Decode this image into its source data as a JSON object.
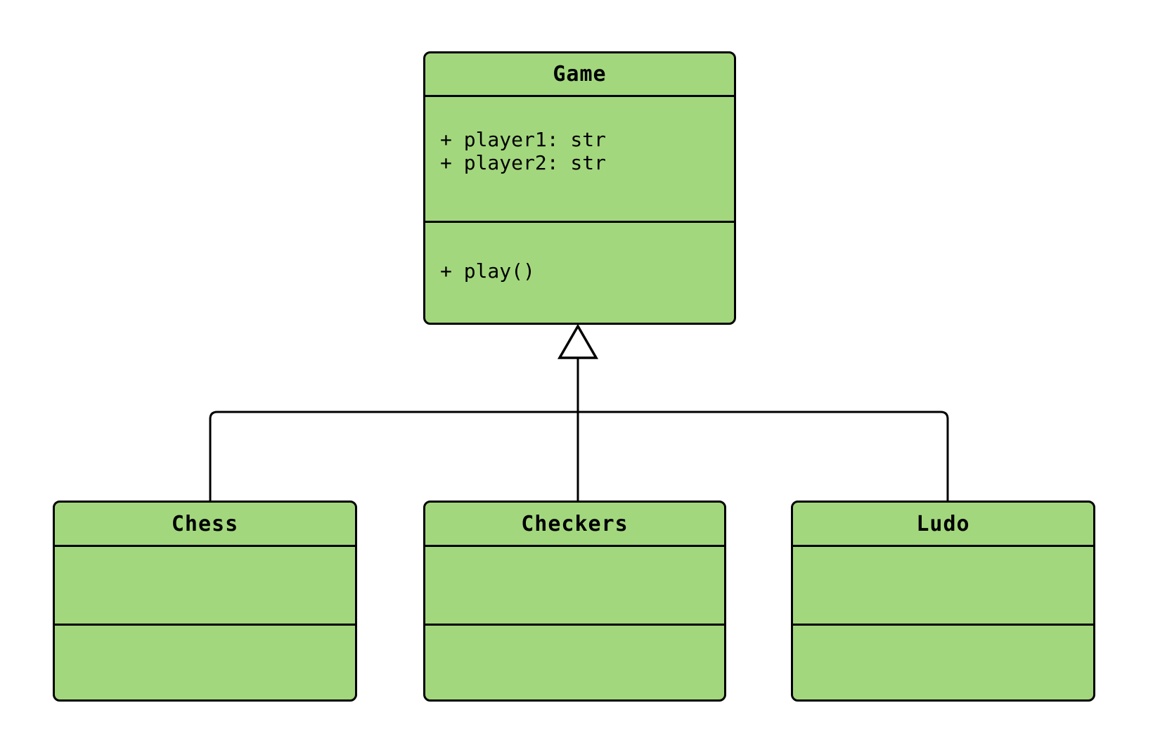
{
  "diagram": {
    "type": "uml-class-diagram",
    "background_color": "#ffffff",
    "node_fill_color": "#a3d77d",
    "node_border_color": "#000000",
    "text_color": "#000000",
    "classes": [
      {
        "name": "Game",
        "attributes": [
          "+ player1: str",
          "+ player2: str"
        ],
        "methods": [
          "+ play()"
        ]
      },
      {
        "name": "Chess",
        "attributes": [],
        "methods": []
      },
      {
        "name": "Checkers",
        "attributes": [],
        "methods": []
      },
      {
        "name": "Ludo",
        "attributes": [],
        "methods": []
      }
    ],
    "relations": [
      {
        "from": "Chess",
        "to": "Game",
        "type": "inheritance"
      },
      {
        "from": "Checkers",
        "to": "Game",
        "type": "inheritance"
      },
      {
        "from": "Ludo",
        "to": "Game",
        "type": "inheritance"
      }
    ]
  }
}
